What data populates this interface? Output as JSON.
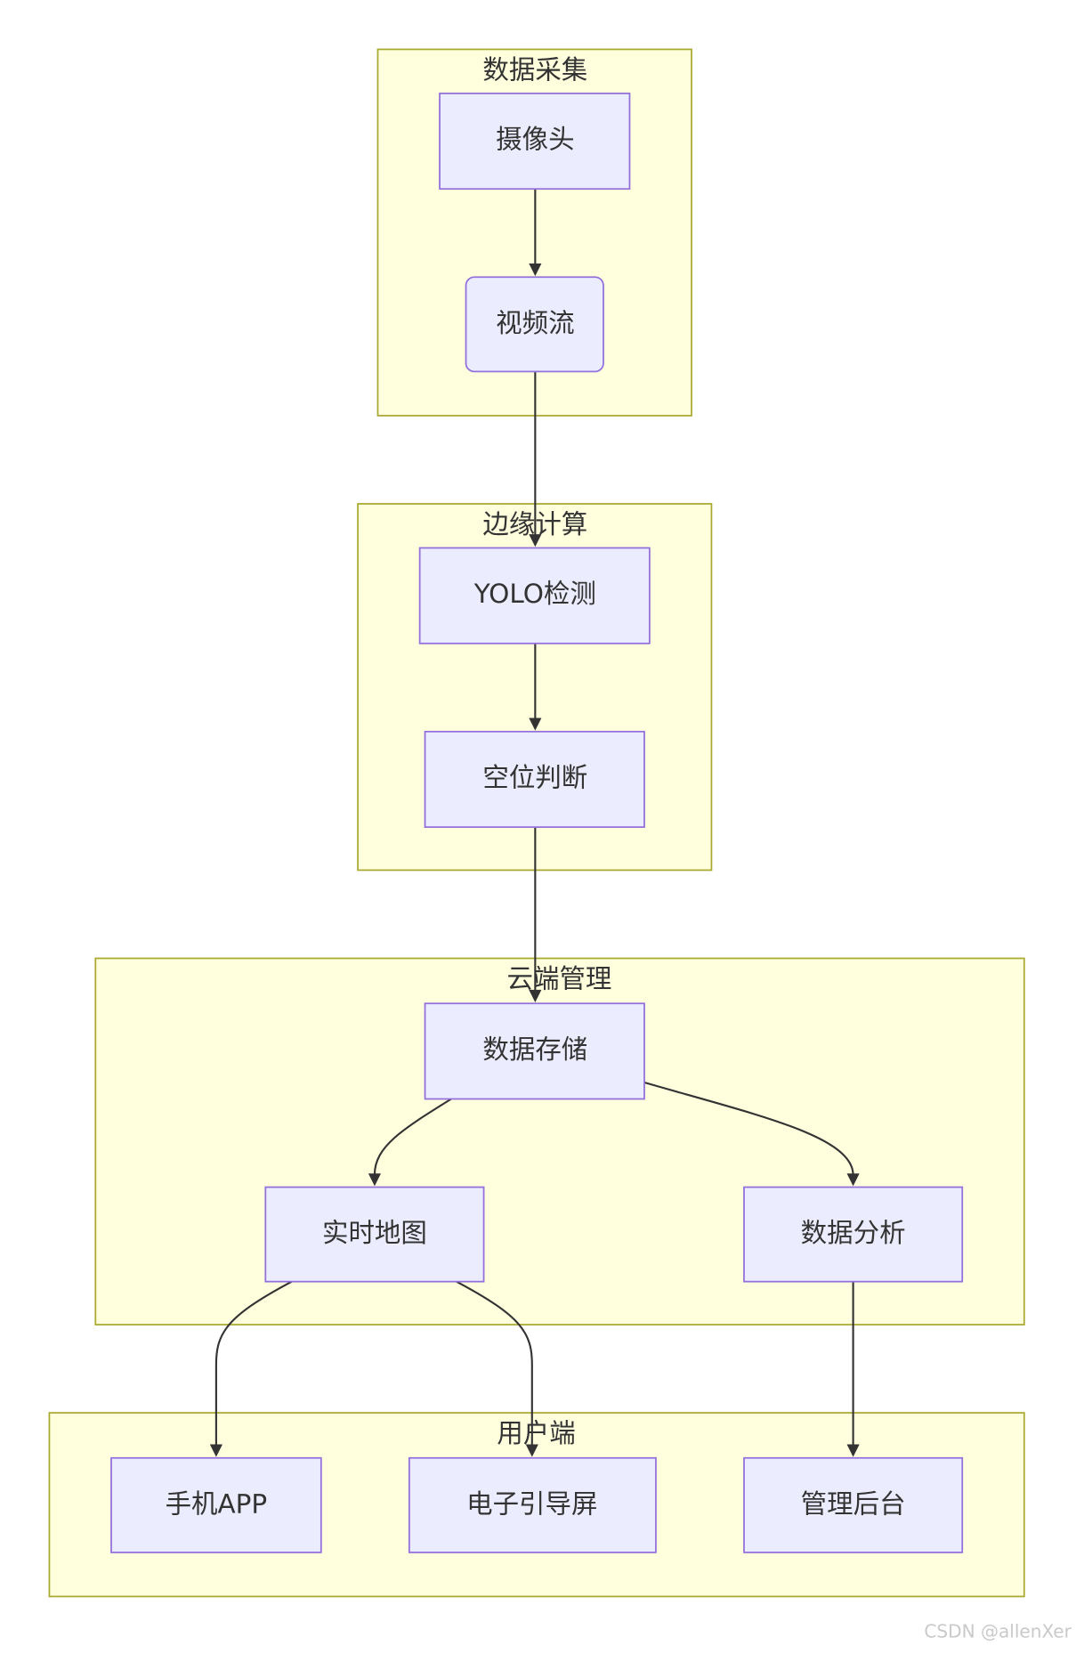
{
  "groups": {
    "capture": "数据采集",
    "edge": "边缘计算",
    "cloud": "云端管理",
    "user": "用户端"
  },
  "nodes": {
    "camera": "摄像头",
    "video_stream": "视频流",
    "yolo": "YOLO检测",
    "vacancy": "空位判断",
    "storage": "数据存储",
    "realtime_map": "实时地图",
    "analysis": "数据分析",
    "mobile_app": "手机APP",
    "guide_screen": "电子引导屏",
    "admin": "管理后台"
  },
  "edges": [
    [
      "camera",
      "video_stream"
    ],
    [
      "video_stream",
      "yolo"
    ],
    [
      "yolo",
      "vacancy"
    ],
    [
      "vacancy",
      "storage"
    ],
    [
      "storage",
      "realtime_map"
    ],
    [
      "storage",
      "analysis"
    ],
    [
      "realtime_map",
      "mobile_app"
    ],
    [
      "realtime_map",
      "guide_screen"
    ],
    [
      "analysis",
      "admin"
    ]
  ],
  "watermark": "CSDN @allenXer",
  "colors": {
    "cluster_fill": "#ffffde",
    "cluster_stroke": "#aaaa33",
    "node_fill": "#ececff",
    "node_stroke": "#9370db",
    "edge": "#333333"
  }
}
